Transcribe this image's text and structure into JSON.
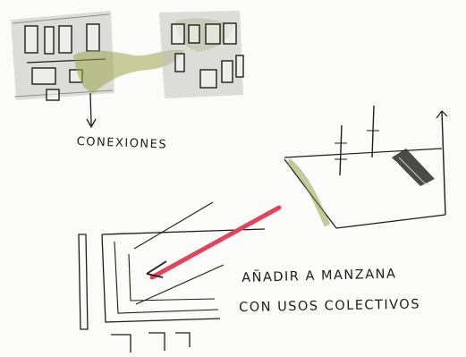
{
  "labels": {
    "connections": "CONEXIONES",
    "note_line_1": "AÑADIR A MANZANA",
    "note_line_2": "CON USOS COLECTIVOS"
  },
  "colors": {
    "paper": "#fbfbf9",
    "ink": "#1d1d1d",
    "pencil_grey": "#b9b9b9",
    "green_wash": "#9aa64d",
    "red_accent": "#e0455d"
  },
  "icons": [
    "sketch-drawing"
  ]
}
